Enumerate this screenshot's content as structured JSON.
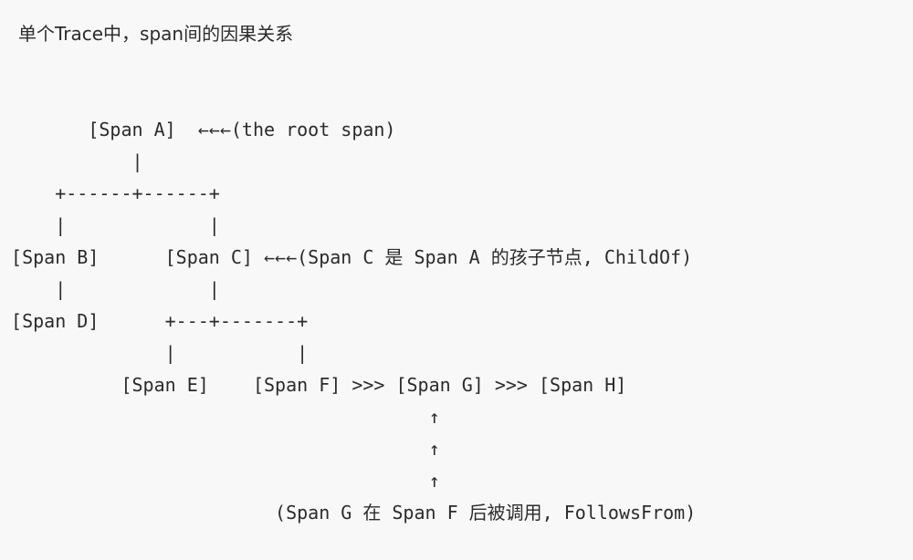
{
  "title": "单个Trace中，span间的因果关系",
  "diagram": {
    "lines": [
      "        [Span A]  ←←←(the root span)",
      "            |",
      "     +------+------+",
      "     |             |",
      " [Span B]      [Span C] ←←←(Span C 是 Span A 的孩子节点, ChildOf)",
      "     |             |",
      " [Span D]      +---+-------+",
      "               |           |",
      "           [Span E]    [Span F] >>> [Span G] >>> [Span H]",
      "                                       ↑",
      "                                       ↑",
      "                                       ↑",
      "                         (Span G 在 Span F 后被调用, FollowsFrom)"
    ]
  }
}
